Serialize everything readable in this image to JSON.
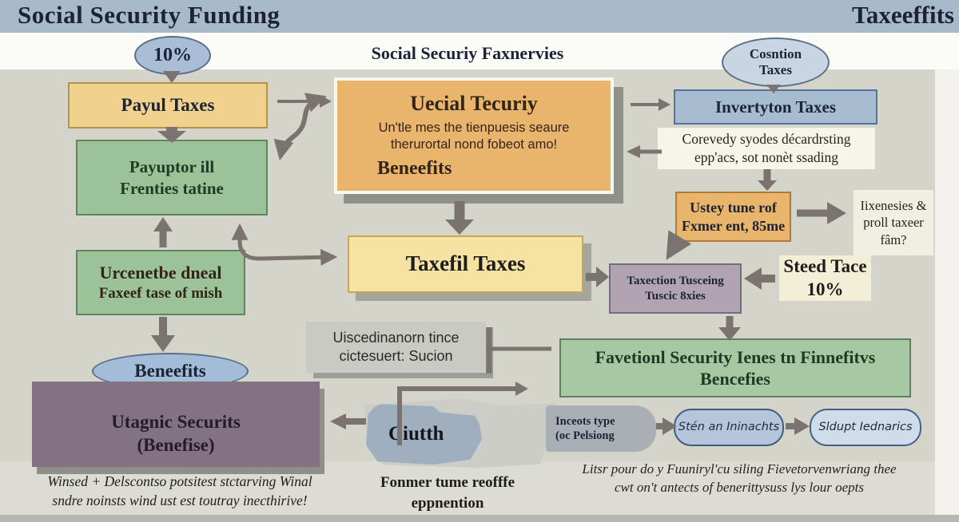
{
  "colors": {
    "header-band": "#a9b9cc",
    "bg-strip": "#fbfbf8",
    "bg-main": "#d4d4ca",
    "ink": "#1b2335",
    "tan": "#f0d18e",
    "green": "#9cc299",
    "orange": "#e9b56d",
    "yellow": "#f6e2a2",
    "blue-box": "#a7bcd1",
    "mauve": "#b2a3b2",
    "cream": "#f3eed6",
    "purple-dark": "#837282",
    "arrow": "#7b7370"
  },
  "header": {
    "title": "Social Security Funding",
    "right_title": "Taxeeffits"
  },
  "subheader": {
    "title": "Social Securiy Faxnervies"
  },
  "nodes": {
    "pct_bubble": {
      "label": "10%"
    },
    "cosntion": {
      "line1": "Cosntion",
      "line2": "Taxes"
    },
    "payul": {
      "label": "Payul Taxes"
    },
    "payuptor": {
      "line1": "Payuptor ill",
      "line2": "Frenties tatine"
    },
    "urcenetbe": {
      "line1": "Urcenetbe dneal",
      "line2": "Faxeef tase of mish"
    },
    "beneefits_ellipse": {
      "label": "Beneefits"
    },
    "utagnic": {
      "line1": "Utagnic Securits",
      "line2": "(Benefise)"
    },
    "uecial": {
      "title": "Uecial Tecuriy",
      "body1": "Un'tle mes the tienpuesis seaure",
      "body2": "therurortal nond fobeot amo!",
      "footer": "Beneefits"
    },
    "taxefil": {
      "label": "Taxefil Taxes"
    },
    "invertyton": {
      "label": "Invertyton Taxes"
    },
    "corevedy": {
      "line1": "Corevedy syodes décardrsting",
      "line2": "epp'acs, sot nonèt ssading"
    },
    "ustey": {
      "line1": "Ustey tune rof",
      "line2": "Fxmer ent, 85me"
    },
    "ixenesies": {
      "line1": "Iixenesies &",
      "line2": "proll taxeer",
      "line3": "fâm?"
    },
    "taxection": {
      "line1": "Taxection Tusceing",
      "line2": "Tuscic 8xies"
    },
    "steed": {
      "line1": "Steed Tace",
      "line2": "10%"
    },
    "favetionl": {
      "line1": "Favetionl Security Ienes tn Finnefitvs",
      "line2": "Bencefies"
    },
    "uisced": {
      "line1": "Uiscedinanorn tince",
      "line2": "cictesuert: Sucion"
    },
    "ciuth": {
      "label": "Ciutth"
    },
    "inceots": {
      "line1": "Inceots type",
      "line2": "(oc Pelsiong"
    },
    "sten": {
      "label": "Stén an Ininachts"
    },
    "sldupt": {
      "label": "Sldupt Iednarics"
    }
  },
  "captions": {
    "bottom_left": {
      "line1": "Winsed + Delscontso potsitest stctarving Winal",
      "line2": "sndre noinsts wind ust est toutray inecthirive!"
    },
    "bottom_center": {
      "line1": "Fonmer tume reofffe",
      "line2": "eppnention"
    },
    "bottom_right": {
      "line1": "Litsr pour do y Fuuniryl'cu siling Fievetorvenwriang thee",
      "line2": "cwt on't antects of benerittysuss lys lour oepts"
    }
  }
}
